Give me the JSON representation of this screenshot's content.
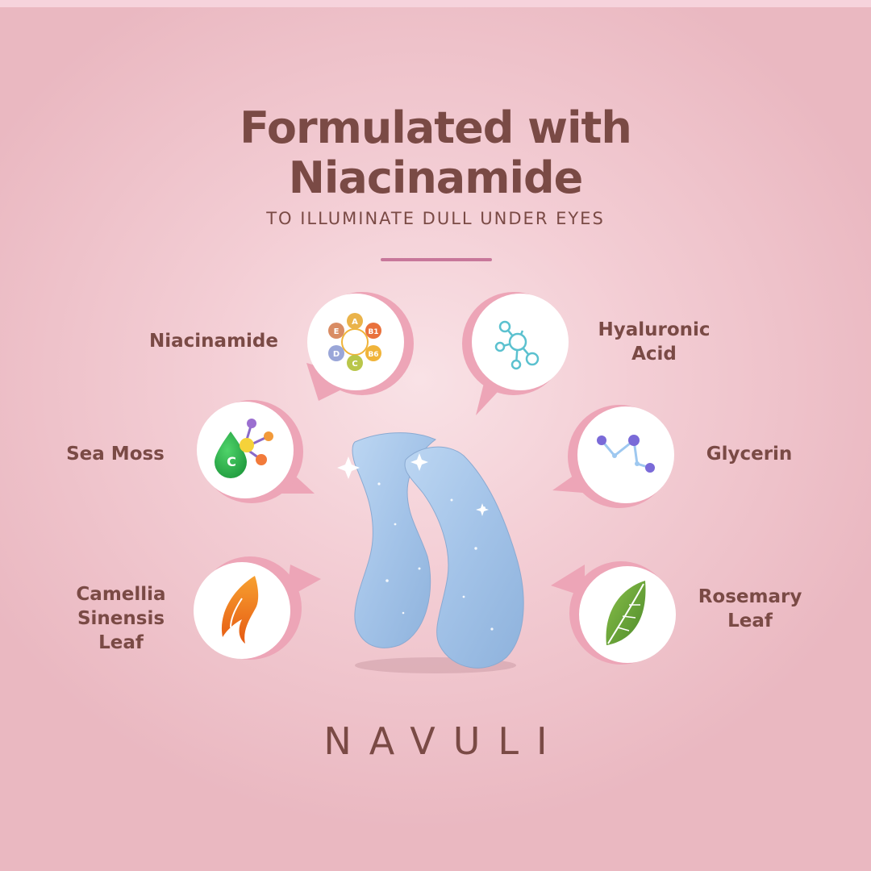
{
  "header": {
    "title_line1": "Formulated with",
    "title_line2": "Niacinamide",
    "subtitle": "TO ILLUMINATE DULL UNDER EYES"
  },
  "ingredients": {
    "niacinamide": {
      "label": "Niacinamide",
      "icon": "vitamin-wheel-icon"
    },
    "hyaluronic_acid": {
      "label": "Hyaluronic\nAcid",
      "icon": "molecule-outline-icon"
    },
    "sea_moss": {
      "label": "Sea Moss",
      "icon": "vitamin-c-drop-icon"
    },
    "glycerin": {
      "label": "Glycerin",
      "icon": "molecule-chain-icon"
    },
    "camellia": {
      "label": "Camellia\nSinensis\nLeaf",
      "icon": "orange-flame-leaf-icon"
    },
    "rosemary": {
      "label": "Rosemary\nLeaf",
      "icon": "green-leaf-icon"
    }
  },
  "vitamin_letters": [
    "A",
    "B1",
    "B6",
    "C",
    "D",
    "E"
  ],
  "vitamin_c_letter": "C",
  "brand": "NAVULI",
  "colors": {
    "text": "#7a4a45",
    "accent": "#c7779a",
    "bubble_ring": "#eda5b7",
    "patch_blue": "#a9c8ea"
  }
}
